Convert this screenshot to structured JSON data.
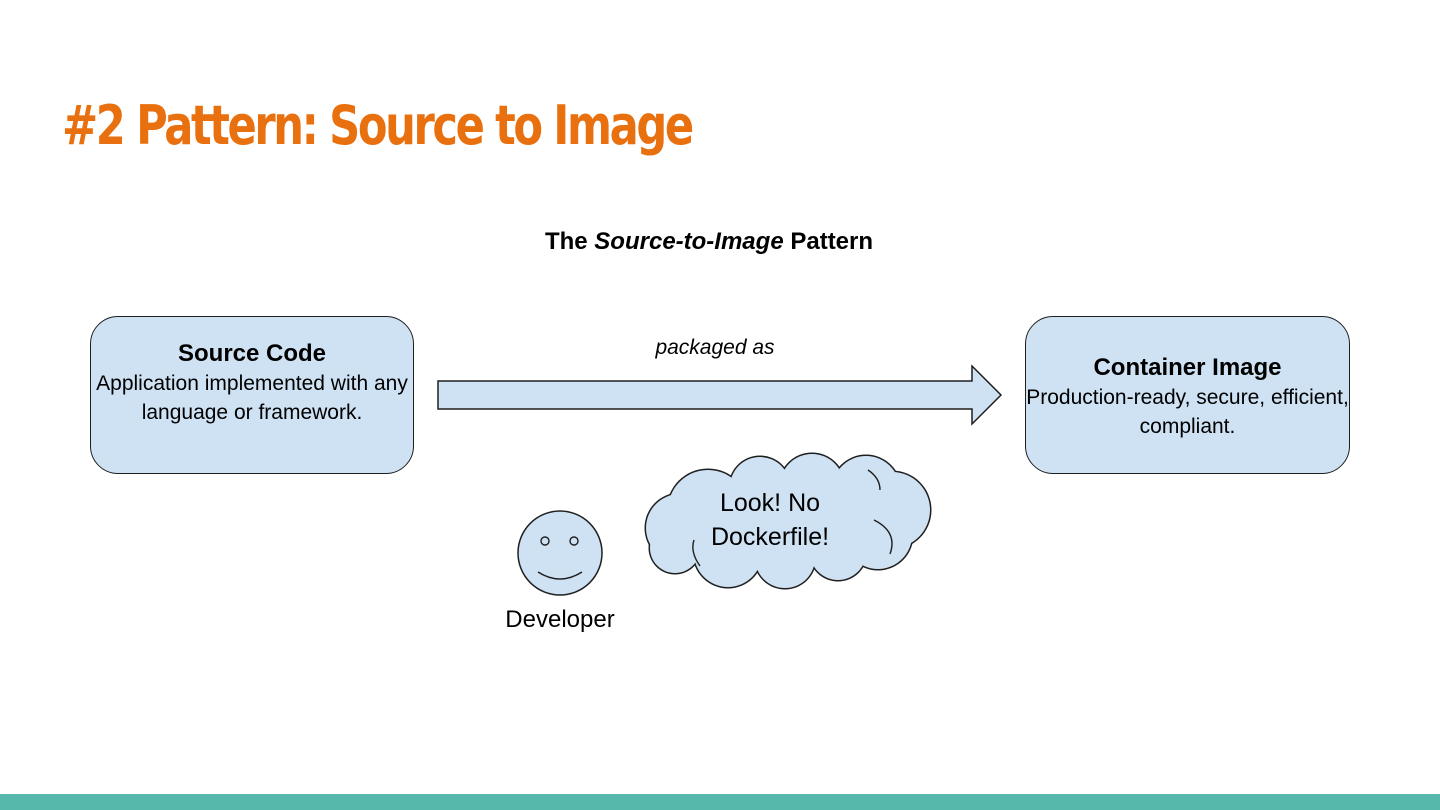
{
  "slide": {
    "title": "#2 Pattern: Source to Image",
    "title_color": "#e8700f",
    "footer_bar_color": "#56b8aa"
  },
  "diagram": {
    "title_prefix": "The ",
    "title_emphasis": "Source-to-Image",
    "title_suffix": " Pattern",
    "box_fill": "#cfe2f3",
    "source_box": {
      "heading": "Source Code",
      "description": "Application implemented with any language or framework."
    },
    "arrow": {
      "label": "packaged as"
    },
    "container_box": {
      "heading": "Container Image",
      "description": "Production-ready, secure, efficient, compliant."
    },
    "speech_cloud": {
      "line1": "Look! No",
      "line2": "Dockerfile!"
    },
    "developer": {
      "label": "Developer",
      "icon": "smiley-face-icon"
    }
  }
}
